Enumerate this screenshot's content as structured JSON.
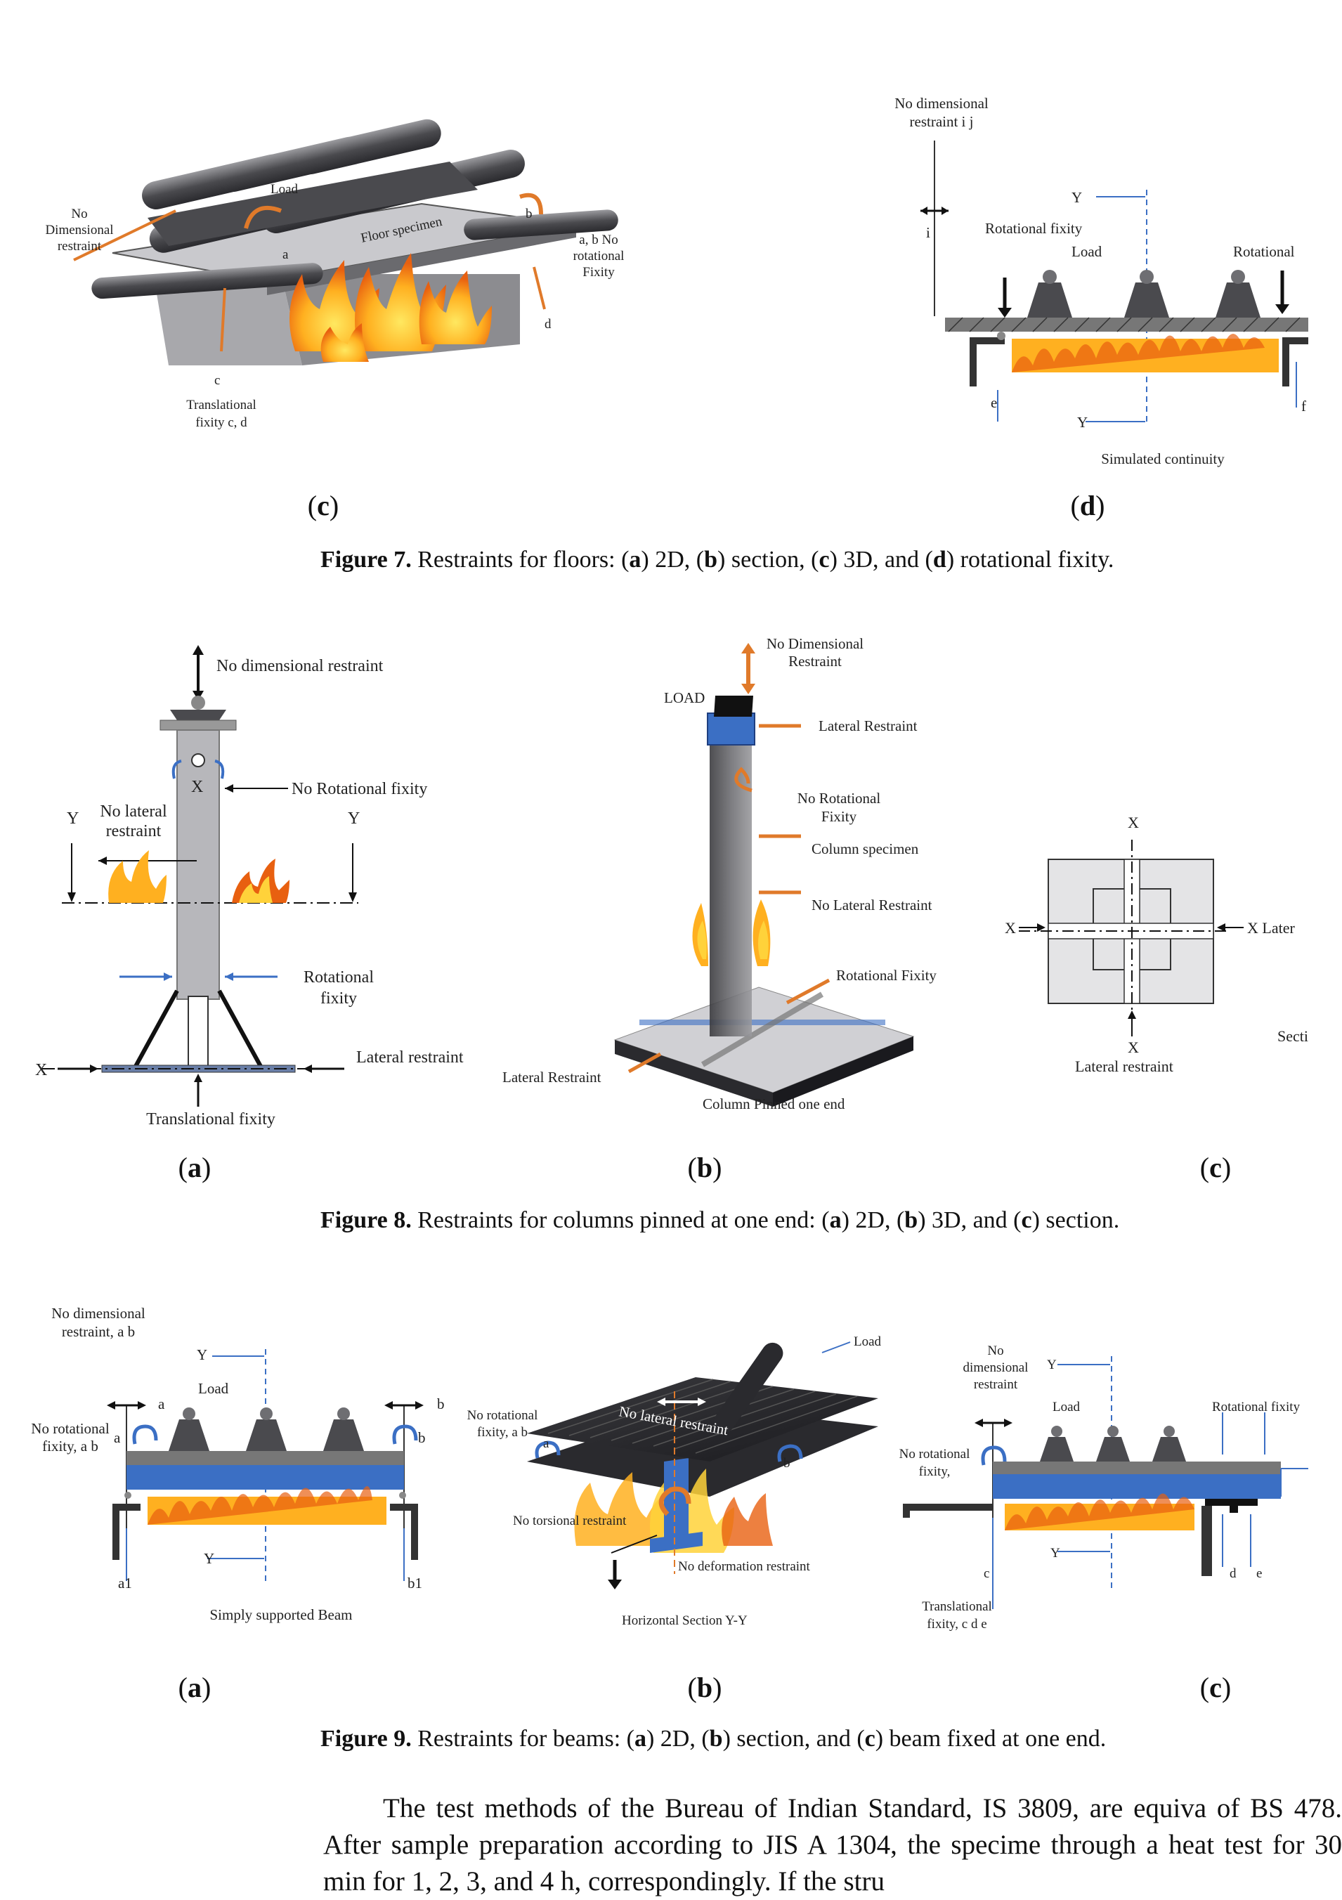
{
  "fig7": {
    "panel_c": {
      "labels": [
        "Load",
        "Floor specimen",
        "No",
        "Dimensional",
        "restraint",
        "a",
        "b",
        "a, b No",
        "rotational",
        "Fixity",
        "d",
        "c",
        "Translational",
        "fixity c, d"
      ],
      "sublabel": "c"
    },
    "panel_d": {
      "labels": [
        "No dimensional",
        "restraint i j",
        "i",
        "Y",
        "Rotational fixity",
        "Load",
        "Rotational",
        "e",
        "f",
        "Y",
        "Simulated continuity"
      ],
      "sublabel": "d"
    },
    "caption": {
      "figure": "Figure 7.",
      "text_1": " Restraints for floors: (",
      "a": "a",
      "text_2": ") 2D, (",
      "b": "b",
      "text_3": ") section, (",
      "c": "c",
      "text_4": ") 3D, and (",
      "d": "d",
      "text_5": ") rotational fixity."
    }
  },
  "fig8": {
    "panel_a": {
      "labels": [
        "No dimensional restraint",
        "No Rotational fixity",
        "No lateral",
        "restraint",
        "Y",
        "Y",
        "X",
        "Rotational",
        "fixity",
        "X",
        "Lateral restraint",
        "Translational fixity"
      ],
      "sublabel": "a"
    },
    "panel_b": {
      "labels": [
        "No Dimensional",
        "Restraint",
        "LOAD",
        "Lateral Restraint",
        "No Rotational",
        "Fixity",
        "Column specimen",
        "No Lateral Restraint",
        "Rotational Fixity",
        "Lateral Restraint",
        "Column Pinned one end"
      ],
      "sublabel": "b"
    },
    "panel_c": {
      "labels": [
        "X",
        "X",
        "X Later",
        "X",
        "Lateral restraint",
        "Secti"
      ],
      "sublabel": "c"
    },
    "caption": {
      "figure": "Figure 8.",
      "text_1": " Restraints for columns pinned at one end: (",
      "a": "a",
      "text_2": ") 2D, (",
      "b": "b",
      "text_3": ") 3D, and (",
      "c": "c",
      "text_4": ") section."
    }
  },
  "fig9": {
    "panel_a": {
      "labels": [
        "No dimensional",
        "restraint, a b",
        "Y",
        "Load",
        "a",
        "b",
        "No rotational",
        "fixity, a b",
        "a",
        "b",
        "Y",
        "a1",
        "b1",
        "Simply supported Beam"
      ],
      "sublabel": "a"
    },
    "panel_b": {
      "labels": [
        "Load",
        "No lateral restraint",
        "No rotational",
        "fixity, a b",
        "a",
        "b",
        "No torsional restraint",
        "No deformation restraint",
        "Horizontal Section Y-Y"
      ],
      "sublabel": "b"
    },
    "panel_c": {
      "labels": [
        "No",
        "dimensional",
        "restraint",
        "Y",
        "Load",
        "Rotational fixity",
        "No rotational",
        "fixity,",
        "Y",
        "c",
        "d",
        "e",
        "Translational",
        "fixity, c d e"
      ],
      "sublabel": "c"
    },
    "caption": {
      "figure": "Figure 9.",
      "text_1": " Restraints for beams: (",
      "a": "a",
      "text_2": ") 2D, (",
      "b": "b",
      "text_3": ") section, and (",
      "c": "c",
      "text_4": ") beam fixed at one end."
    }
  },
  "body_text": "The test methods of the Bureau of Indian Standard, IS 3809, are equiva of BS 478. After sample preparation according to JIS A 1304, the specime through a heat test for 30 min for 1, 2, 3, and 4 h, correspondingly. If the stru",
  "colors": {
    "fire_orange": "#f08a1a",
    "fire_yellow": "#ffd23a",
    "beam_blue": "#3b6fc4",
    "arrow_orange": "#e07a2a",
    "steel_gray": "#6e6e72",
    "dark_gray": "#3a3a3e"
  }
}
